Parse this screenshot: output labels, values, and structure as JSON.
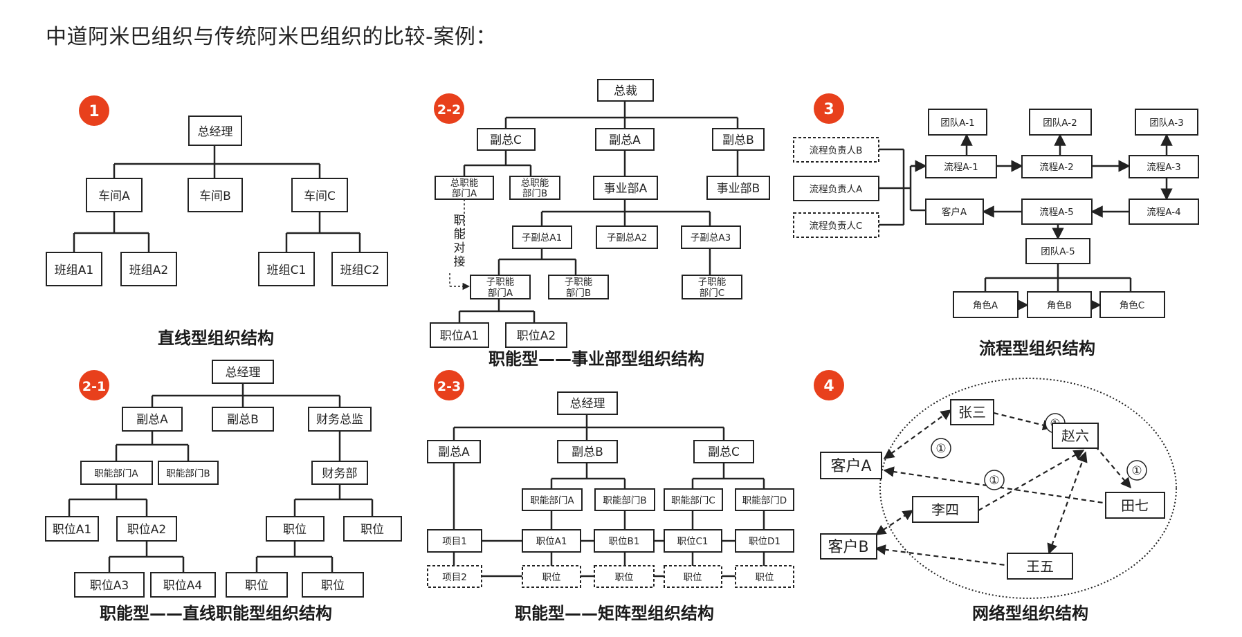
{
  "page_title": "中道阿米巴组织与传统阿米巴组织的比较-案例：",
  "diagrams": {
    "d1": {
      "badge": "1",
      "caption": "直线型组织结构",
      "nodes": {
        "gm": "总经理",
        "ws_a": "车间A",
        "ws_b": "车间B",
        "ws_c": "车间C",
        "t_a1": "班组A1",
        "t_a2": "班组A2",
        "t_c1": "班组C1",
        "t_c2": "班组C2"
      }
    },
    "d21": {
      "badge": "2-1",
      "caption": "职能型——直线职能型组织结构",
      "nodes": {
        "gm": "总经理",
        "vp_a": "副总A",
        "vp_b": "副总B",
        "cfo": "财务总监",
        "fd_a": "职能部门A",
        "fd_b": "职能部门B",
        "fin": "财务部",
        "p_a1": "职位A1",
        "p_a2": "职位A2",
        "p_f1": "职位",
        "p_f2": "职位",
        "p_a3": "职位A3",
        "p_a4": "职位A4",
        "p_f3": "职位",
        "p_f4": "职位"
      }
    },
    "d22": {
      "badge": "2-2",
      "caption": "职能型——事业部型组织结构",
      "side_label": [
        "职",
        "能",
        "对",
        "接"
      ],
      "nodes": {
        "ceo": "总裁",
        "vp_c": "副总C",
        "vp_a": "副总A",
        "vp_b": "副总B",
        "hq_a1": "总职能",
        "hq_a2": "部门A",
        "hq_b1": "总职能",
        "hq_b2": "部门B",
        "bu_a": "事业部A",
        "bu_b": "事业部B",
        "svp_a1": "子副总A1",
        "svp_a2": "子副总A2",
        "svp_a3": "子副总A3",
        "sfa1": "子职能",
        "sfa2": "部门A",
        "sfb1": "子职能",
        "sfb2": "部门B",
        "sfc1": "子职能",
        "sfc2": "部门C",
        "p_a1": "职位A1",
        "p_a2": "职位A2"
      }
    },
    "d23": {
      "badge": "2-3",
      "caption": "职能型——矩阵型组织结构",
      "nodes": {
        "gm": "总经理",
        "vp_a": "副总A",
        "vp_b": "副总B",
        "vp_c": "副总C",
        "fd_a": "职能部门A",
        "fd_b": "职能部门B",
        "fd_c": "职能部门C",
        "fd_d": "职能部门D",
        "proj1": "项目1",
        "proj2": "项目2",
        "p_a1": "职位A1",
        "p_b1": "职位B1",
        "p_c1": "职位C1",
        "p_d1": "职位D1",
        "p1": "职位",
        "p2": "职位",
        "p3": "职位",
        "p4": "职位"
      }
    },
    "d3": {
      "badge": "3",
      "caption": "流程型组织结构",
      "nodes": {
        "owner_b": "流程负责人B",
        "owner_a": "流程负责人A",
        "owner_c": "流程负责人C",
        "team_a1": "团队A-1",
        "team_a2": "团队A-2",
        "team_a3": "团队A-3",
        "flow_a1": "流程A-1",
        "flow_a2": "流程A-2",
        "flow_a3": "流程A-3",
        "flow_a4": "流程A-4",
        "flow_a5": "流程A-5",
        "client_a": "客户A",
        "team_a5": "团队A-5",
        "role_a": "角色A",
        "role_b": "角色B",
        "role_c": "角色C"
      }
    },
    "d4": {
      "badge": "4",
      "caption": "网络型组织结构",
      "step_mark": "①",
      "nodes": {
        "zhang3": "张三",
        "zhao6": "赵六",
        "client_a": "客户A",
        "li4": "李四",
        "tian7": "田七",
        "client_b": "客户B",
        "wang5": "王五"
      }
    }
  },
  "colors": {
    "badge": "#e8401c",
    "line": "#222222",
    "text": "#222222"
  }
}
